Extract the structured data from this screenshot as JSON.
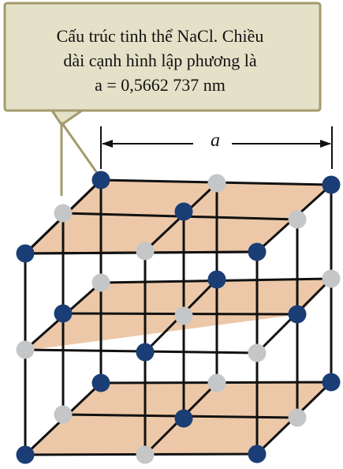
{
  "callout": {
    "line1": "Cấu trúc tinh thể NaCl. Chiều",
    "line2": "dài cạnh hình lập phương là",
    "line3": "a = 0,5662 737 nm"
  },
  "dimension": {
    "label": "a"
  },
  "colors": {
    "callout_fill": "#e4e1c8",
    "callout_border": "#a39b6e",
    "plane_fill": "#ecc8a8",
    "bond": "#111111",
    "ion_dark": "#1b3d75",
    "ion_light": "#c4c6c8"
  }
}
